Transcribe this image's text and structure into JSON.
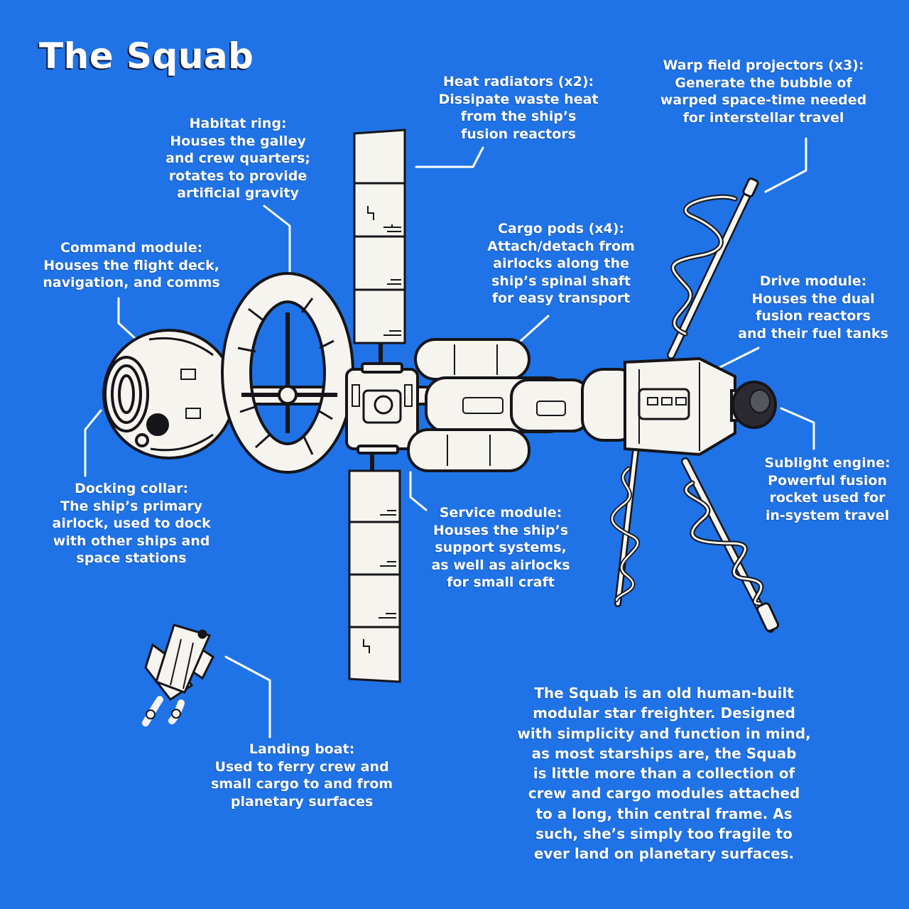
{
  "title": "The Squab",
  "colors": {
    "background": "#1f73e6",
    "line": "#ffffff",
    "ink": "#15151a",
    "hull": "#f6f4ee"
  },
  "labels": {
    "heat": {
      "lines": [
        "Heat radiators (x2):",
        "Dissipate waste heat",
        "from the ship’s",
        "fusion reactors"
      ]
    },
    "warp": {
      "lines": [
        "Warp field projectors (x3):",
        "Generate the bubble of",
        "warped space-time needed",
        "for interstellar travel"
      ]
    },
    "habitat": {
      "lines": [
        "Habitat ring:",
        "Houses the galley",
        "and crew quarters;",
        "rotates to provide",
        "artificial gravity"
      ]
    },
    "command": {
      "lines": [
        "Command module:",
        "Houses the flight deck,",
        "navigation, and comms"
      ]
    },
    "cargo": {
      "lines": [
        "Cargo pods (x4):",
        "Attach/detach from",
        "airlocks along the",
        "ship’s spinal shaft",
        "for easy transport"
      ]
    },
    "drive": {
      "lines": [
        "Drive module:",
        "Houses the dual",
        "fusion reactors",
        "and their fuel tanks"
      ]
    },
    "sublight": {
      "lines": [
        "Sublight engine:",
        "Powerful fusion",
        "rocket used for",
        "in-system travel"
      ]
    },
    "docking": {
      "lines": [
        "Docking collar:",
        "The ship’s primary",
        "airlock, used to dock",
        "with other ships and",
        "space stations"
      ]
    },
    "service": {
      "lines": [
        "Service module:",
        "Houses the ship’s",
        "support systems,",
        "as well as airlocks",
        "for small craft"
      ]
    },
    "landing": {
      "lines": [
        "Landing boat:",
        "Used to ferry crew and",
        "small cargo to and from",
        "planetary surfaces"
      ]
    }
  },
  "description": {
    "lines": [
      "The Squab is an old human-built",
      "modular star freighter. Designed",
      "with simplicity and function in mind,",
      "as most starships are, the Squab",
      "is little more than a collection of",
      "crew and cargo modules attached",
      "to a long, thin central frame. As",
      "such, she’s simply too fragile to",
      "ever land on planetary surfaces."
    ]
  }
}
